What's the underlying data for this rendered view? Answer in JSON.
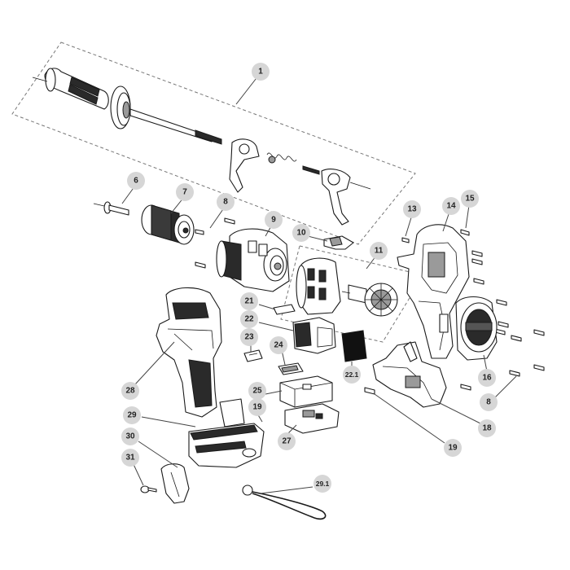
{
  "diagram": {
    "type": "exploded-parts-view",
    "callouts": [
      {
        "id": "c1",
        "label": "1"
      },
      {
        "id": "c6",
        "label": "6"
      },
      {
        "id": "c7",
        "label": "7"
      },
      {
        "id": "c8a",
        "label": "8"
      },
      {
        "id": "c9",
        "label": "9"
      },
      {
        "id": "c10",
        "label": "10"
      },
      {
        "id": "c11",
        "label": "11"
      },
      {
        "id": "c13",
        "label": "13"
      },
      {
        "id": "c14",
        "label": "14"
      },
      {
        "id": "c15",
        "label": "15"
      },
      {
        "id": "c21",
        "label": "21"
      },
      {
        "id": "c22",
        "label": "22"
      },
      {
        "id": "c23",
        "label": "23"
      },
      {
        "id": "c24",
        "label": "24"
      },
      {
        "id": "c22_1",
        "label": "22.1"
      },
      {
        "id": "c25",
        "label": "25"
      },
      {
        "id": "c19a",
        "label": "19"
      },
      {
        "id": "c27",
        "label": "27"
      },
      {
        "id": "c28",
        "label": "28"
      },
      {
        "id": "c29",
        "label": "29"
      },
      {
        "id": "c30",
        "label": "30"
      },
      {
        "id": "c31",
        "label": "31"
      },
      {
        "id": "c29_1",
        "label": "29.1"
      },
      {
        "id": "c16",
        "label": "16"
      },
      {
        "id": "c8b",
        "label": "8"
      },
      {
        "id": "c18",
        "label": "18"
      },
      {
        "id": "c19b",
        "label": "19"
      }
    ]
  }
}
